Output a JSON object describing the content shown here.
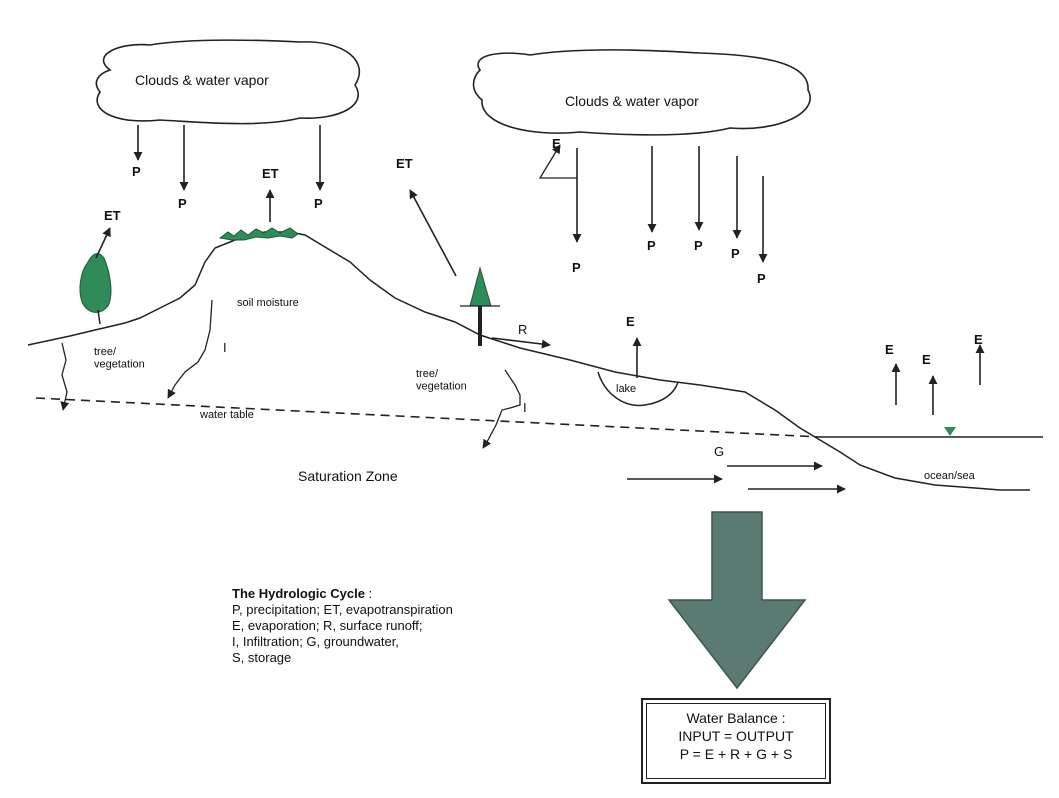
{
  "clouds": {
    "left_label": "Clouds & water vapor",
    "right_label": "Clouds & water vapor"
  },
  "flux_labels": {
    "P": "P",
    "ET": "ET",
    "E": "E",
    "R": "R",
    "I": "I",
    "G": "G"
  },
  "regions": {
    "soil_moisture": "soil moisture",
    "tree_vegetation_1": "tree/\nvegetation",
    "tree_vegetation_2": "tree/\nvegetation",
    "lake": "lake",
    "water_table": "water table",
    "saturation_zone": "Saturation Zone",
    "ocean": "ocean/sea"
  },
  "legend": {
    "title": "The Hydrologic Cycle",
    "title_suffix": " :",
    "lines": [
      "P, precipitation; ET, evapotranspiration",
      "E, evaporation; R, surface runoff;",
      "I, Infiltration; G, groundwater,",
      "S, storage"
    ]
  },
  "balance": {
    "title": "Water Balance :",
    "line1": "INPUT = OUTPUT",
    "line2": "P = E + R + G + S"
  },
  "colors": {
    "vegetation": "#2f8c58",
    "big_arrow": "#5b7a72",
    "line": "#222222"
  }
}
